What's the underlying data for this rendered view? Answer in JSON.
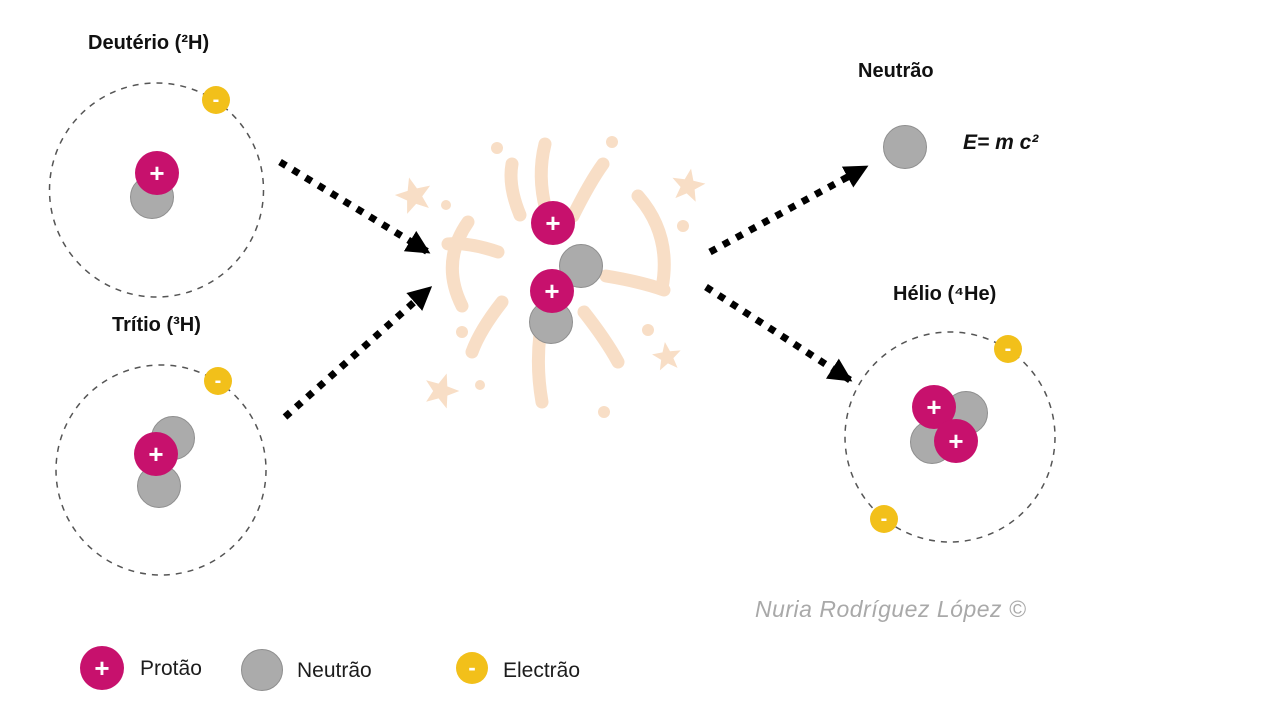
{
  "labels": {
    "deuterium": "Deutério (²H)",
    "tritium": "Trítio (³H)",
    "neutron": "Neutrão",
    "helium": "Hélio (⁴He)",
    "energy": "E= m c²"
  },
  "attribution": "Nuria Rodríguez López ©",
  "symbols": {
    "plus": "+",
    "minus": "-"
  },
  "legend": {
    "proton": "Protão",
    "neutron": "Neutrão",
    "electron": "Electrão"
  },
  "colors": {
    "proton": "#C7116D",
    "neutron": "#ABABAB",
    "electron": "#F2C01A",
    "burst": "#F8DEC6",
    "arrow": "#000000",
    "orbit": "#555555"
  }
}
